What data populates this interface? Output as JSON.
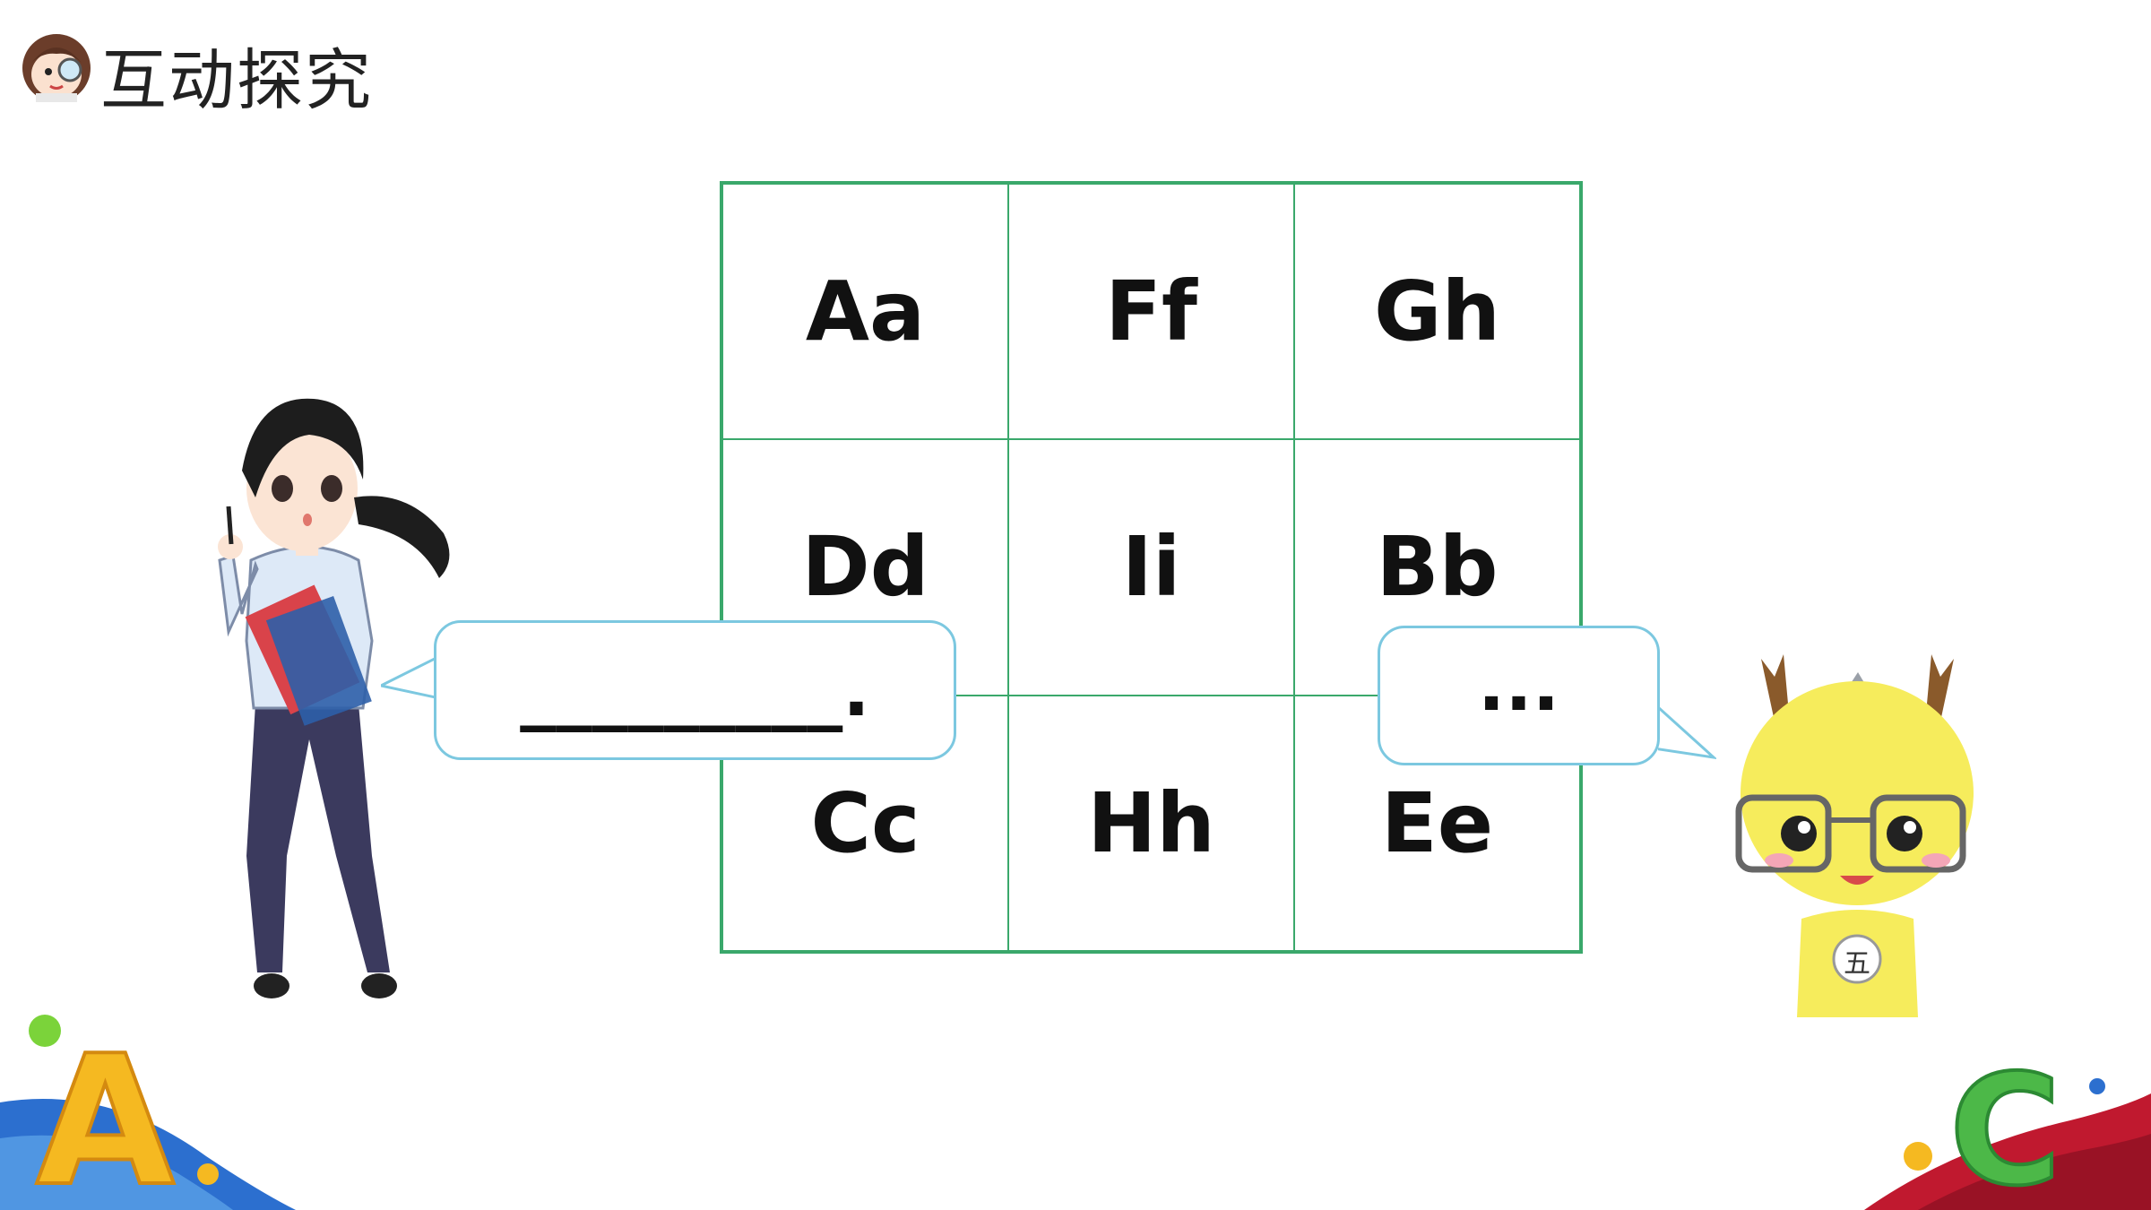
{
  "header": {
    "title": "互动探究"
  },
  "table": {
    "rows": [
      [
        "Aa",
        "Ff",
        "Gh"
      ],
      [
        "Dd",
        "Ii",
        "Bb"
      ],
      [
        "Cc",
        "Hh",
        "Ee"
      ]
    ]
  },
  "bubbles": {
    "left": "_________.",
    "right": "..."
  },
  "mascot": {
    "badge": "五"
  },
  "corner": {
    "left_letter": "A",
    "right_letter": "C"
  },
  "colors": {
    "grid": "#3aa86b",
    "bubble_border": "#7cc8e0",
    "letter_a": "#f5b921",
    "letter_c": "#4cb848",
    "wave_blue": "#2c6fcf",
    "wave_red": "#c0192f"
  }
}
